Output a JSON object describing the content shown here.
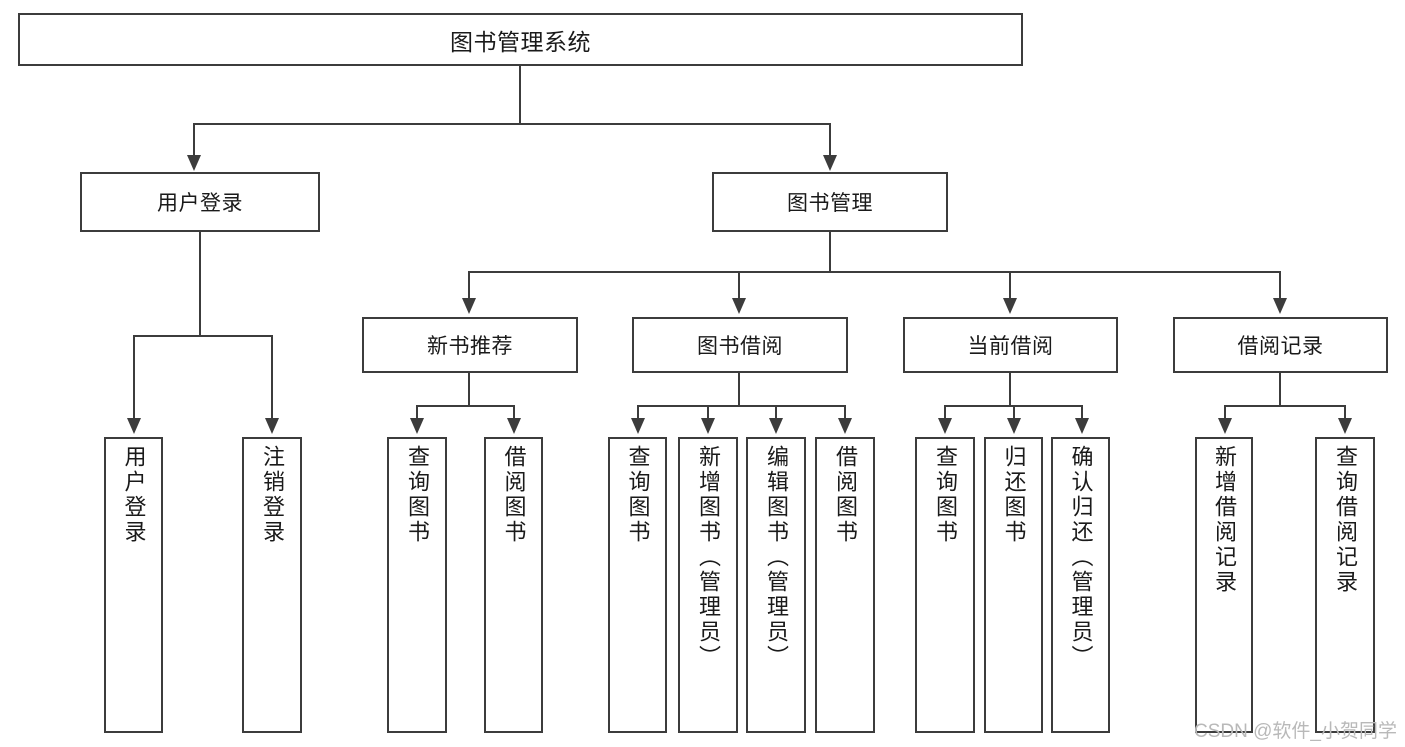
{
  "diagram": {
    "title": "图书管理系统",
    "watermark": "CSDN @软件_小贺同学",
    "colors": {
      "stroke": "#3c3c3c",
      "fill": "#ffffff",
      "text": "#1a1a1a",
      "watermark": "#b9b9b9"
    },
    "root": {
      "label": "图书管理系统"
    },
    "level2": [
      {
        "label": "用户登录"
      },
      {
        "label": "图书管理"
      }
    ],
    "level3": [
      {
        "label": "新书推荐"
      },
      {
        "label": "图书借阅"
      },
      {
        "label": "当前借阅"
      },
      {
        "label": "借阅记录"
      }
    ],
    "leaves": {
      "user_login": [
        {
          "label": "用户登录"
        },
        {
          "label": "注销登录"
        }
      ],
      "new_book_recommend": [
        {
          "label": "查询图书"
        },
        {
          "label": "借阅图书"
        }
      ],
      "book_borrow": [
        {
          "label": "查询图书"
        },
        {
          "label": "新增图书（管理员）"
        },
        {
          "label": "编辑图书（管理员）"
        },
        {
          "label": "借阅图书"
        }
      ],
      "current_borrow": [
        {
          "label": "查询图书"
        },
        {
          "label": "归还图书"
        },
        {
          "label": "确认归还（管理员）"
        }
      ],
      "borrow_record": [
        {
          "label": "新增借阅记录"
        },
        {
          "label": "查询借阅记录"
        }
      ]
    }
  }
}
